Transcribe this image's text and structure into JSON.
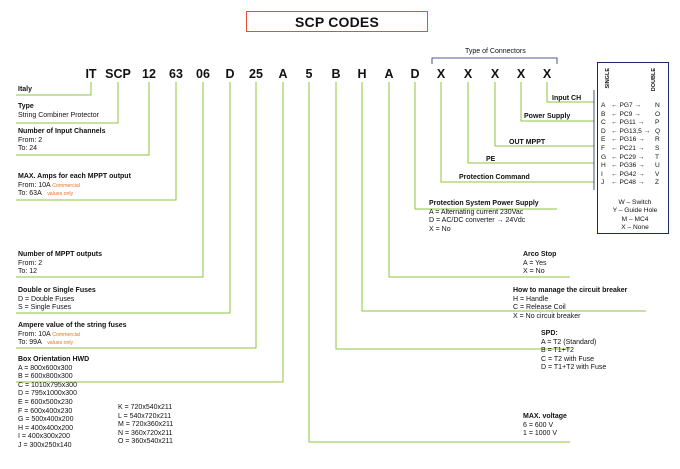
{
  "title": "SCP CODES",
  "code_chars": [
    {
      "id": "it",
      "text": "IT"
    },
    {
      "id": "scp",
      "text": "SCP"
    },
    {
      "id": "n12",
      "text": "12"
    },
    {
      "id": "n63",
      "text": "63"
    },
    {
      "id": "n06",
      "text": "06"
    },
    {
      "id": "d1",
      "text": "D"
    },
    {
      "id": "n25",
      "text": "25"
    },
    {
      "id": "a1",
      "text": "A"
    },
    {
      "id": "n5",
      "text": "5"
    },
    {
      "id": "b",
      "text": "B"
    },
    {
      "id": "h",
      "text": "H"
    },
    {
      "id": "a2",
      "text": "A"
    },
    {
      "id": "d2",
      "text": "D"
    },
    {
      "id": "x1",
      "text": "X"
    },
    {
      "id": "x2",
      "text": "X"
    },
    {
      "id": "x3",
      "text": "X"
    },
    {
      "id": "x4",
      "text": "X"
    },
    {
      "id": "x5",
      "text": "X"
    }
  ],
  "type_of_connectors": "Type of Connectors",
  "left": {
    "italy": "Italy",
    "type_h": "Type",
    "type_v": "String Combiner Protector",
    "input_h": "Number of Input Channels",
    "input_1": "From: 2",
    "input_2": "To: 24",
    "amps_h": "MAX. Amps for each MPPT output",
    "amps_1": "From: 10A",
    "amps_1n": "Commercial",
    "amps_2": "To: 63A",
    "amps_2n": "values only",
    "mppt_h": "Number of MPPT outputs",
    "mppt_1": "From: 2",
    "mppt_2": "To: 12",
    "fuse_h": "Double or Single Fuses",
    "fuse_1": "D = Double Fuses",
    "fuse_2": "S = Single Fuses",
    "amp_h": "Ampere value of the string fuses",
    "amp_1": "From: 10A",
    "amp_1n": "Commercial",
    "amp_2": "To: 99A",
    "amp_2n": "values only",
    "box_h": "Box Orientation HWD",
    "box_col1": [
      "A = 800x600x300",
      "B = 600x800x300",
      "C = 1010x795x300",
      "D = 795x1000x300",
      "E = 600x500x230",
      "F = 600x400x230",
      "G = 500x400x200",
      "H = 400x400x200",
      "I = 400x300x200",
      "J = 300x250x140"
    ],
    "box_col2": [
      "K = 720x540x211",
      "L = 540x720x211",
      "M = 720x360x211",
      "N = 360x720x211",
      "O = 360x540x211"
    ]
  },
  "right": {
    "input_ch": "Input CH",
    "power_supply": "Power Supply",
    "out_mppt": "OUT MPPT",
    "pe": "PE",
    "protection_cmd": "Protection Command",
    "psps_h": "Protection System Power Supply",
    "psps_1": "A = Alternating current 230Vac",
    "psps_2": "D = AC/DC converter → 24Vdc",
    "psps_3": "X = No",
    "arc_h": "Arco Stop",
    "arc_1": "A = Yes",
    "arc_2": "X = No",
    "cb_h": "How to manage the circuit breaker",
    "cb_1": "H = Handle",
    "cb_2": "C = Release Coil",
    "cb_3": "X = No circuit breaker",
    "spd_h": "SPD:",
    "spd_1": "A = T2 (Standard)",
    "spd_2": "B = T1+T2",
    "spd_3": "C = T2 with Fuse",
    "spd_4": "D = T1+T2 with Fuse",
    "volt_h": "MAX. voltage",
    "volt_1": "6 = 600 V",
    "volt_2": "1 = 1000 V"
  },
  "connectors": {
    "single_label": "SINGLE",
    "double_label": "DOUBLE",
    "rows": [
      {
        "s": "A",
        "pg": "PG7",
        "d": "N"
      },
      {
        "s": "B",
        "pg": "PC9",
        "d": "O"
      },
      {
        "s": "C",
        "pg": "PG11",
        "d": "P"
      },
      {
        "s": "D",
        "pg": "PG13,5",
        "d": "Q"
      },
      {
        "s": "E",
        "pg": "PG16",
        "d": "R"
      },
      {
        "s": "F",
        "pg": "PC21",
        "d": "S"
      },
      {
        "s": "G",
        "pg": "PC29",
        "d": "T"
      },
      {
        "s": "H",
        "pg": "PG36",
        "d": "U"
      },
      {
        "s": "I",
        "pg": "PG42",
        "d": "V"
      },
      {
        "s": "J",
        "pg": "PC48",
        "d": "Z"
      }
    ],
    "legend": [
      "W – Switch",
      "Y – Guide Hole",
      "M – MC4",
      "X – None"
    ]
  },
  "colors": {
    "accent": "#e8502f",
    "wire": "#8dc63f",
    "note": "#e8731a",
    "box": "#1a2a66"
  }
}
